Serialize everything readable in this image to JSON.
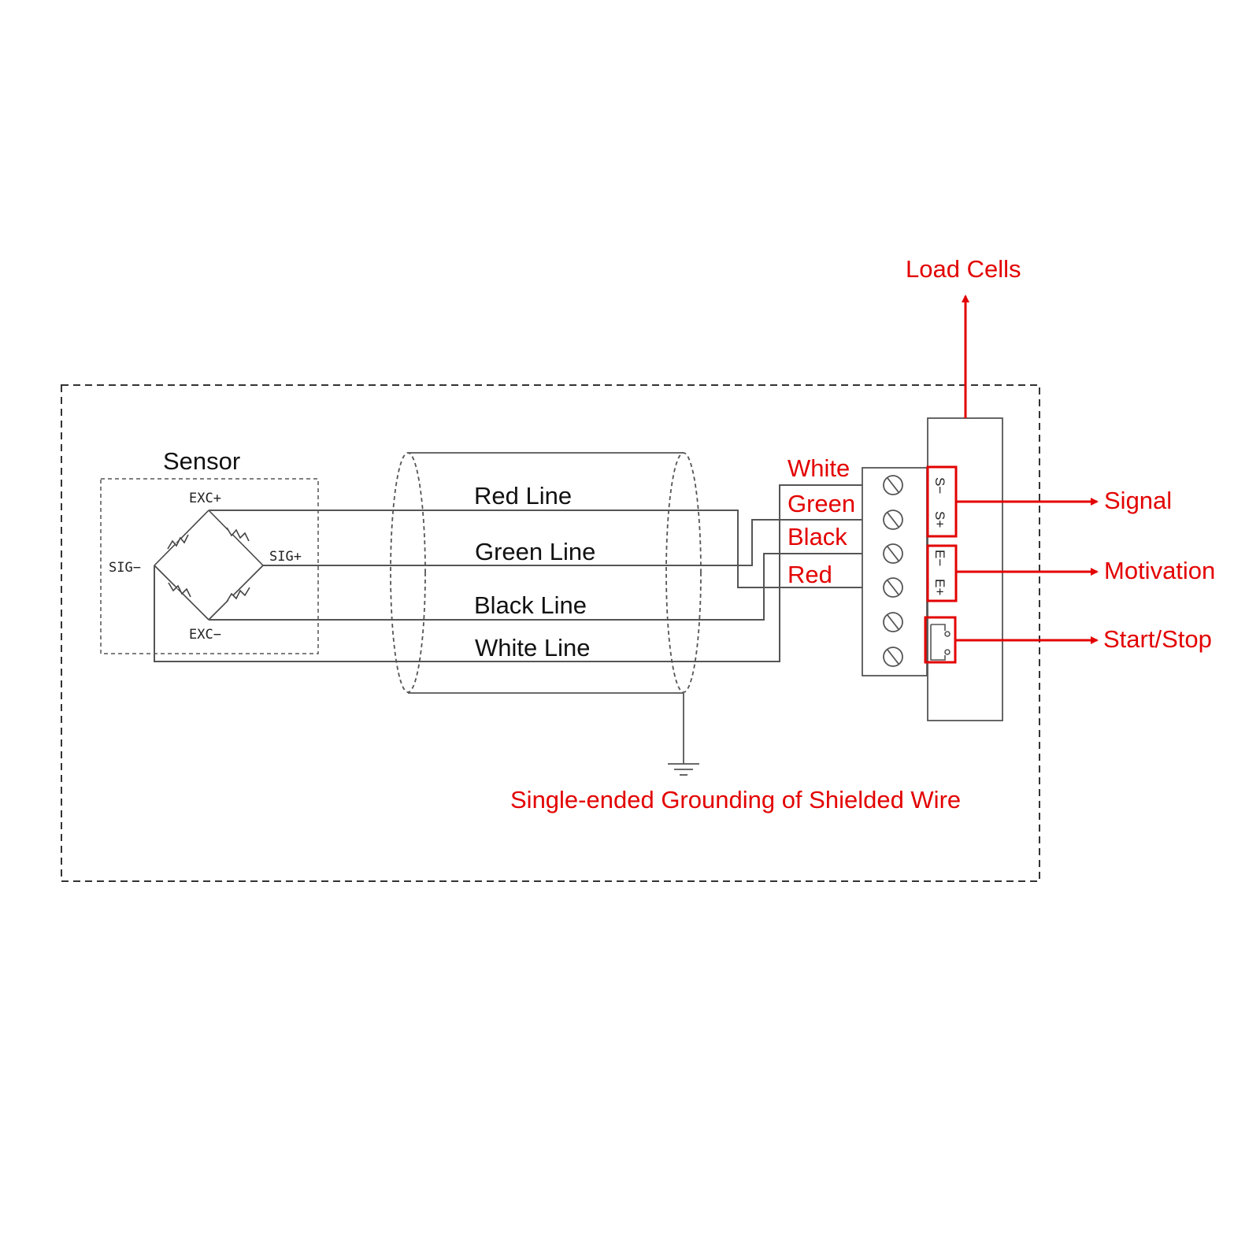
{
  "sensor": {
    "title": "Sensor",
    "exc_plus": "EXC+",
    "exc_minus": "EXC−",
    "sig_plus": "SIG+",
    "sig_minus": "SIG−"
  },
  "cable": {
    "red_line": "Red Line",
    "green_line": "Green Line",
    "black_line": "Black Line",
    "white_line": "White Line"
  },
  "wire_labels": {
    "white": "White",
    "green": "Green",
    "black": "Black",
    "red": "Red"
  },
  "terminal": {
    "s_minus": "S−",
    "s_plus": "S+",
    "e_minus": "E−",
    "e_plus": "E+"
  },
  "callouts": {
    "load_cells": "Load Cells",
    "signal": "Signal",
    "motivation": "Motivation",
    "start_stop": "Start/Stop",
    "grounding": "Single-ended Grounding of Shielded Wire"
  },
  "colors": {
    "accent_red": "#e30000",
    "line": "#555555"
  }
}
